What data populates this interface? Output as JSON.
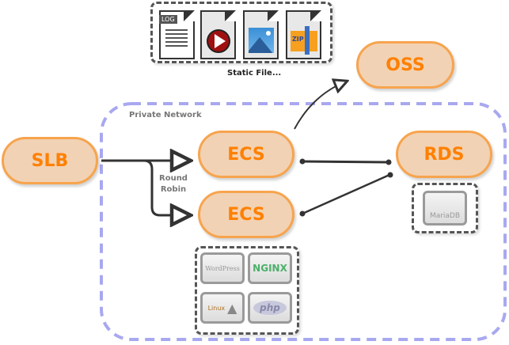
{
  "diagram": {
    "nodes": {
      "slb": "SLB",
      "oss": "OSS",
      "ecs1": "ECS",
      "ecs2": "ECS",
      "rds": "RDS"
    },
    "labels": {
      "private_network": "Private Network",
      "round_robin_line1": "Round",
      "round_robin_line2": "Robin",
      "static_files": "Static File..."
    },
    "static_file_icons": [
      {
        "name": "log-file-icon",
        "tag": "LOG"
      },
      {
        "name": "video-file-icon"
      },
      {
        "name": "image-file-icon"
      },
      {
        "name": "zip-file-icon",
        "tag": "ZIP"
      }
    ],
    "ecs_stack": [
      {
        "name": "wordpress-logo",
        "text": "WordPress"
      },
      {
        "name": "nginx-logo",
        "text": "NGINX"
      },
      {
        "name": "linux-logo",
        "text": "Linux"
      },
      {
        "name": "php-logo",
        "text": "php"
      }
    ],
    "rds_stack": [
      {
        "name": "mariadb-logo",
        "text": "MariaDB"
      }
    ],
    "colors": {
      "node_fill": "#f2d2b4",
      "node_border": "#f7a44e",
      "node_text": "#ff8000",
      "network_border": "#a8a8f0",
      "connector": "#333333"
    }
  }
}
